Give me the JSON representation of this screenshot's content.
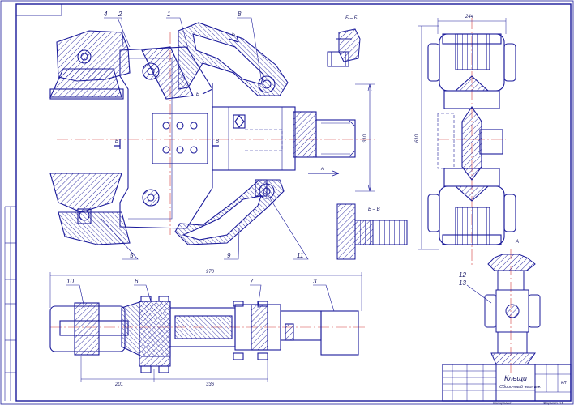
{
  "drawing": {
    "title": "Клещи",
    "subtitle": "Сборочный чертеж",
    "sheet_code": "КЛ",
    "format_label": "Копировал",
    "format_size": "Формат A1",
    "colors": {
      "line": "#1a1a9a",
      "hatch": "#1a1a9a",
      "center": "#d23c3c",
      "paper": "#ffffff"
    }
  },
  "views": {
    "top": {
      "callouts": [
        "4",
        "2",
        "1",
        "8",
        "5",
        "9",
        "11"
      ],
      "section_marks": [
        "Б",
        "Б",
        "В",
        "В"
      ],
      "arrow_label": "А",
      "dim_vertical": "310"
    },
    "section_bb": {
      "title": "Б – Б"
    },
    "section_vv": {
      "title": "В – В"
    },
    "side": {
      "dim_width": "244",
      "dim_height": "610"
    },
    "view_a": {
      "title": "А",
      "callouts": [
        "12",
        "13"
      ]
    },
    "bottom": {
      "callouts": [
        "10",
        "6",
        "7",
        "3"
      ],
      "dim_total": "970",
      "dim_left": "201",
      "dim_right": "336"
    }
  }
}
